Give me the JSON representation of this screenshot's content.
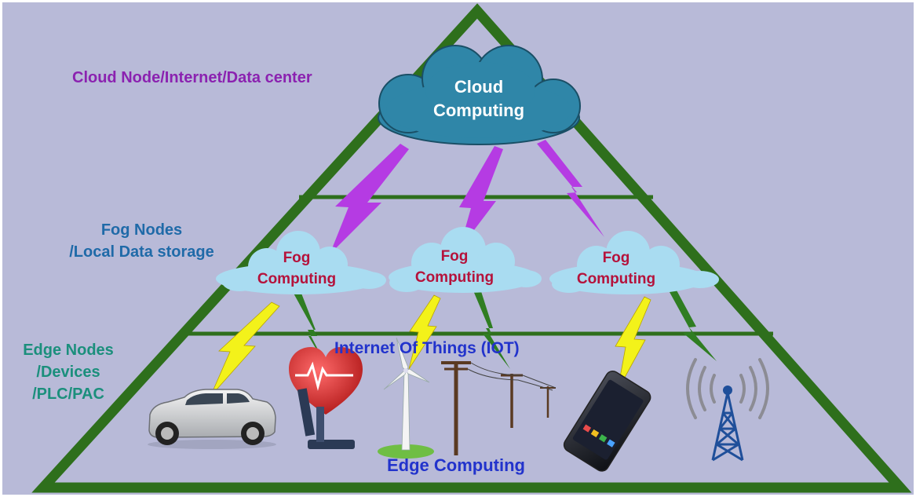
{
  "layers": {
    "cloud_label": "Cloud Node/Internet/Data center",
    "fog_label_line1": "Fog Nodes",
    "fog_label_line2": "/Local Data storage",
    "edge_label_line1": "Edge Nodes",
    "edge_label_line2": "/Devices",
    "edge_label_line3": "/PLC/PAC"
  },
  "cloud": {
    "line1": "Cloud",
    "line2": "Computing"
  },
  "fog_nodes": [
    {
      "line1": "Fog",
      "line2": "Computing"
    },
    {
      "line1": "Fog",
      "line2": "Computing"
    },
    {
      "line1": "Fog",
      "line2": "Computing"
    }
  ],
  "iot_label": "Internet Of Things (IOT)",
  "edge_label": "Edge Computing",
  "devices": [
    "car-icon",
    "health-monitor-icon",
    "wind-turbine-icon",
    "power-line-icon",
    "smartphone-icon",
    "signal-tower-icon"
  ],
  "colors": {
    "background": "#b8bad8",
    "pyramid_green": "#2e6f1c",
    "cloud_fill": "#2f86a8",
    "fog_fill": "#a9dcf1",
    "cloud_layer_text": "#8b22b0",
    "fog_layer_text": "#1f6aa8",
    "edge_layer_text": "#1b8f7c",
    "fog_text": "#b5123b",
    "iot_text": "#2233cc",
    "bolt_purple": "#b53be3",
    "bolt_yellow": "#f3f21a",
    "bolt_green": "#2f7d22"
  }
}
